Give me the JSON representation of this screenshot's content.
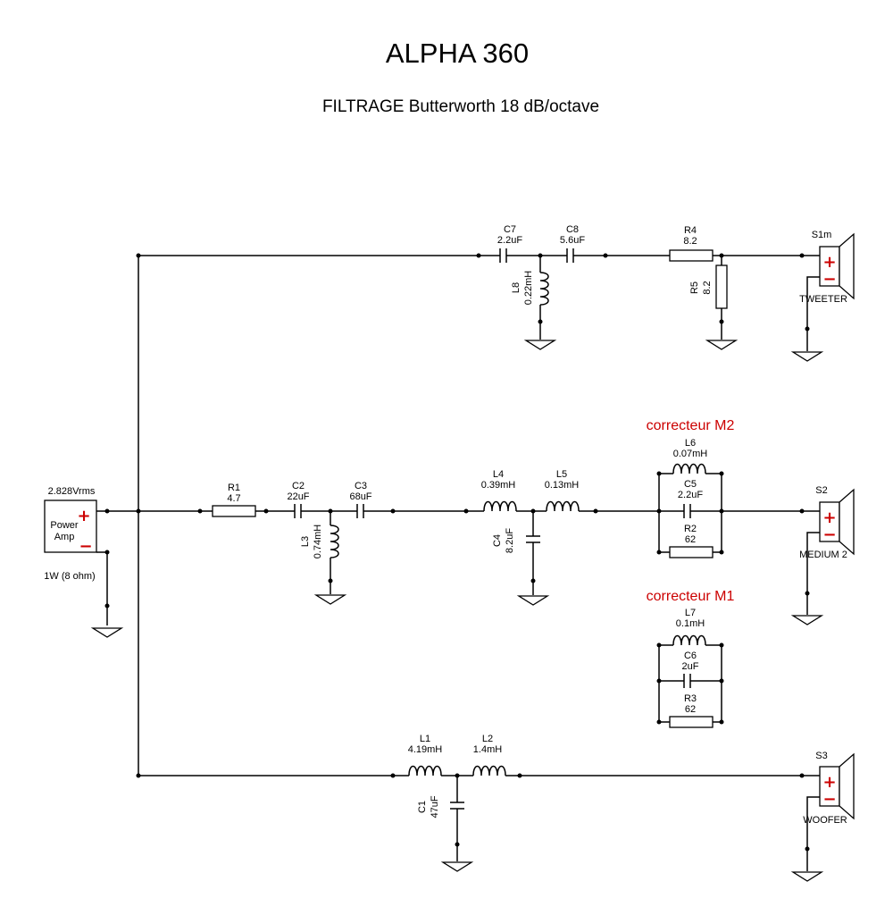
{
  "title": "ALPHA 360",
  "subtitle": "FILTRAGE  Butterworth 18 dB/octave",
  "amp": {
    "voltage": "2.828Vrms",
    "label_line1": "Power",
    "label_line2": "Amp",
    "power": "1W (8 ohm)",
    "plus": "+",
    "minus": "−"
  },
  "tweeter": {
    "C7": {
      "name": "C7",
      "value": "2.2uF"
    },
    "C8": {
      "name": "C8",
      "value": "5.6uF"
    },
    "L8": {
      "name": "L8",
      "value": "0.22mH"
    },
    "R4": {
      "name": "R4",
      "value": "8.2"
    },
    "R5": {
      "name": "R5",
      "value": "8.2"
    },
    "speaker": {
      "name": "S1m",
      "label": "TWEETER",
      "plus": "+",
      "minus": "−"
    }
  },
  "medium": {
    "R1": {
      "name": "R1",
      "value": "4.7"
    },
    "C2": {
      "name": "C2",
      "value": "22uF"
    },
    "C3": {
      "name": "C3",
      "value": "68uF"
    },
    "L3": {
      "name": "L3",
      "value": "0.74mH"
    },
    "L4": {
      "name": "L4",
      "value": "0.39mH"
    },
    "L5": {
      "name": "L5",
      "value": "0.13mH"
    },
    "C4": {
      "name": "C4",
      "value": "8.2uF"
    },
    "speaker": {
      "name": "S2",
      "label": "MEDIUM 2",
      "plus": "+",
      "minus": "−"
    }
  },
  "correcteur_m2": {
    "title": "correcteur M2",
    "L6": {
      "name": "L6",
      "value": "0.07mH"
    },
    "C5": {
      "name": "C5",
      "value": "2.2uF"
    },
    "R2": {
      "name": "R2",
      "value": "62"
    }
  },
  "correcteur_m1": {
    "title": "correcteur M1",
    "L7": {
      "name": "L7",
      "value": "0.1mH"
    },
    "C6": {
      "name": "C6",
      "value": "2uF"
    },
    "R3": {
      "name": "R3",
      "value": "62"
    }
  },
  "woofer": {
    "L1": {
      "name": "L1",
      "value": "4.19mH"
    },
    "L2": {
      "name": "L2",
      "value": "1.4mH"
    },
    "C1": {
      "name": "C1",
      "value": "47uF"
    },
    "speaker": {
      "name": "S3",
      "label": "WOOFER",
      "plus": "+",
      "minus": "−"
    }
  }
}
